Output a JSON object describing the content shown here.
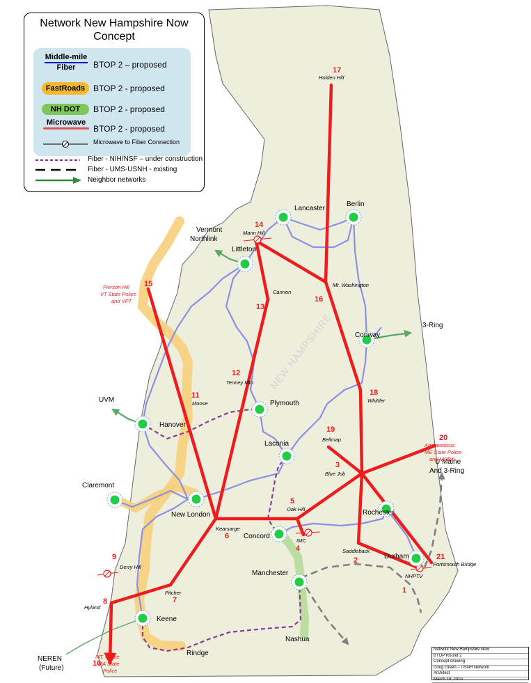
{
  "legend": {
    "title_line1": "Network New Hampshire Now",
    "title_line2": "Concept",
    "items": [
      {
        "swatch": "Middle-mile",
        "swatch2": "Fiber",
        "label": "BTOP 2 – proposed",
        "color": "#0000cc"
      },
      {
        "swatch": "FastRoads",
        "label": "BTOP 2 - proposed",
        "color": "#f5b82e"
      },
      {
        "swatch": "NH DOT",
        "label": "BTOP 2 - proposed",
        "color": "#7fc75a"
      },
      {
        "swatch": "Microwave",
        "label": "BTOP 2 - proposed",
        "color": "#e05060"
      },
      {
        "label": "Microwave to Fiber Connection"
      },
      {
        "label": "Fiber - NIH/NSF – under construction",
        "color": "#8b2a9e"
      },
      {
        "label": "Fiber - UMS-USNH - existing",
        "color": "#000000"
      },
      {
        "label": "Neighbor networks",
        "color": "#2e8b3a"
      }
    ]
  },
  "state_label": "NEW HAMPSHIRE",
  "colors": {
    "microwave": "#ee1c1c",
    "middle_mile": "#8c8fe6",
    "fastroads": "#f7cf7c",
    "nhdot": "#b5dc99",
    "nih": "#8b3a96",
    "ums": "#808080",
    "neighbor": "#5aa866",
    "node": "#22cc44",
    "node_ring": "#6aa7d8",
    "state_fill": "#eeeedc"
  },
  "nodes": [
    {
      "name": "Lancaster"
    },
    {
      "name": "Berlin"
    },
    {
      "name": "Littleton"
    },
    {
      "name": "Conway"
    },
    {
      "name": "Plymouth"
    },
    {
      "name": "Hanover"
    },
    {
      "name": "Laconia"
    },
    {
      "name": "Claremont"
    },
    {
      "name": "New London"
    },
    {
      "name": "Rochester"
    },
    {
      "name": "Concord"
    },
    {
      "name": "Durham"
    },
    {
      "name": "Manchester"
    },
    {
      "name": "Keene"
    }
  ],
  "places": {
    "rindge": "Rindge",
    "nashua": "Nashua",
    "vermont_l1": "Vermont",
    "vermont_l2": "Northlink",
    "three_ring": "3-Ring",
    "uvm": "UVM",
    "umaine_l1": "U Maine",
    "umaine_l2": "And 3-Ring",
    "neren_l1": "NEREN",
    "neren_l2": "(Future)"
  },
  "sites": [
    {
      "num": "17",
      "name": "Holden Hill"
    },
    {
      "num": "14",
      "name": "Mann Hill"
    },
    {
      "num": "15",
      "name": "Pierson Hill"
    },
    {
      "num": "16",
      "name": "Mt. Washington"
    },
    {
      "num": "13",
      "name": "Cannon"
    },
    {
      "num": "12",
      "name": "Tenney Mtn"
    },
    {
      "num": "11",
      "name": "Moose"
    },
    {
      "num": "18",
      "name": "Whittler"
    },
    {
      "num": "19",
      "name": "Belknap"
    },
    {
      "num": "20",
      "name": "Agamenticus"
    },
    {
      "num": "3",
      "name": "Blue Job"
    },
    {
      "num": "5",
      "name": "Oak Hill"
    },
    {
      "num": "6",
      "name": "Kearsarge"
    },
    {
      "num": "4",
      "name": "IMC"
    },
    {
      "num": "2",
      "name": "Saddleback"
    },
    {
      "num": "21",
      "name": "Portsmouth Bridge"
    },
    {
      "num": "1",
      "name": "NHPTV"
    },
    {
      "num": "9",
      "name": "Derry Hill"
    },
    {
      "num": "8",
      "name": "Hyland"
    },
    {
      "num": "7",
      "name": "Pitcher"
    },
    {
      "num": "10",
      "name": "MT. Grace"
    }
  ],
  "red_notes": {
    "pierson_l2": "VT State Police",
    "pierson_l3": "and VPT",
    "agam_l2": "ME State Police",
    "agam_l3": "and MPBN",
    "grace_l2": "MA State",
    "grace_l3": "Police"
  },
  "title_block": [
    "Network New Hampshire Now",
    "BTOP Round 2",
    "Concept drawing",
    "Doug Green – USNH Network",
    "Architect",
    "March 19, 2010"
  ]
}
